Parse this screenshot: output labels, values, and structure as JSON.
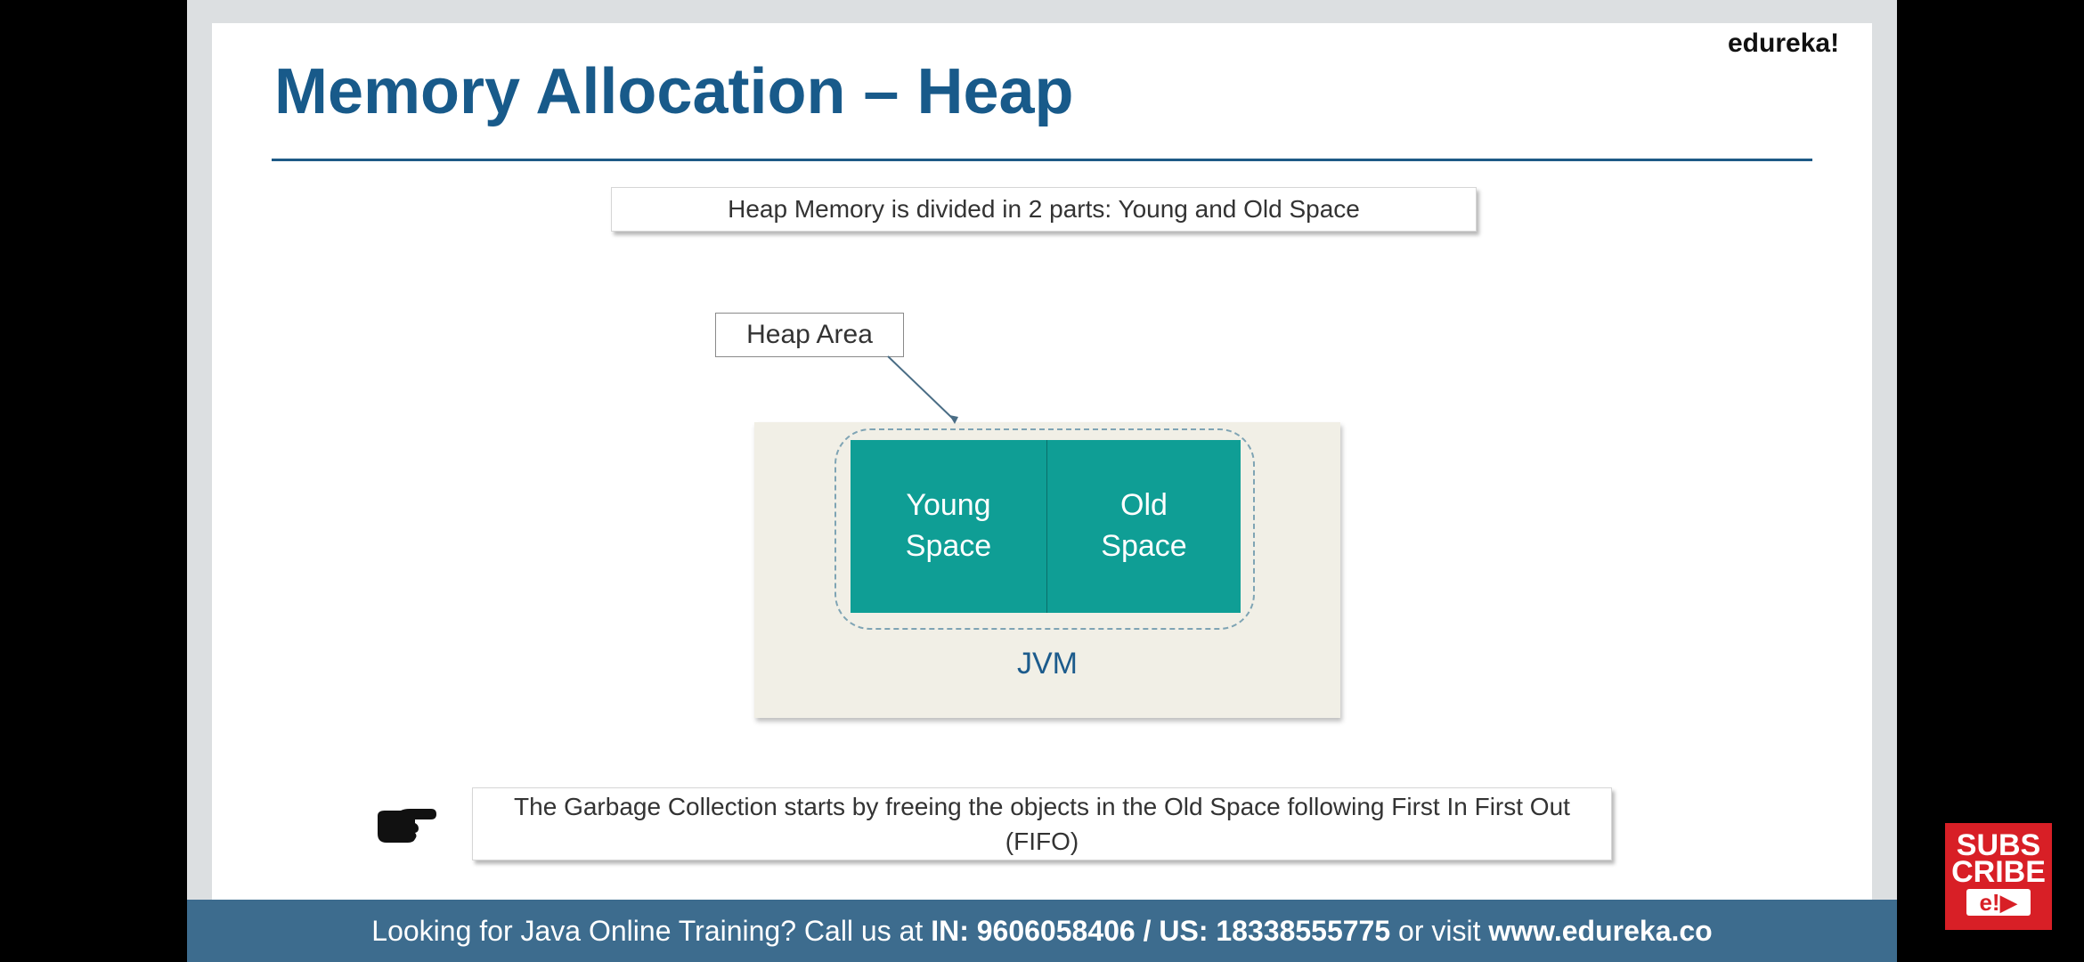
{
  "brand": "edureka!",
  "title": "Memory Allocation – Heap",
  "info_text": "Heap Memory is divided in 2 parts: Young and Old Space",
  "diagram": {
    "callout": "Heap Area",
    "young": "Young Space",
    "old": "Old Space",
    "container": "JVM",
    "colors": {
      "space_fill": "#0f9e95",
      "jvm_fill": "#f1efe6",
      "title": "#185a8a"
    }
  },
  "gc_text": "The Garbage Collection starts by freeing the objects in the Old Space following First In First Out (FIFO)",
  "footer": {
    "prefix": "Looking for Java Online Training? Call us at ",
    "phones": "IN: 9606058406 / US: 18338555775",
    "mid": " or visit ",
    "site": "www.edureka.co"
  },
  "subscribe": {
    "line1": "SUBS",
    "line2": "CRIBE",
    "logo": "e!▶"
  },
  "icons": [
    "pointing-hand-icon"
  ]
}
